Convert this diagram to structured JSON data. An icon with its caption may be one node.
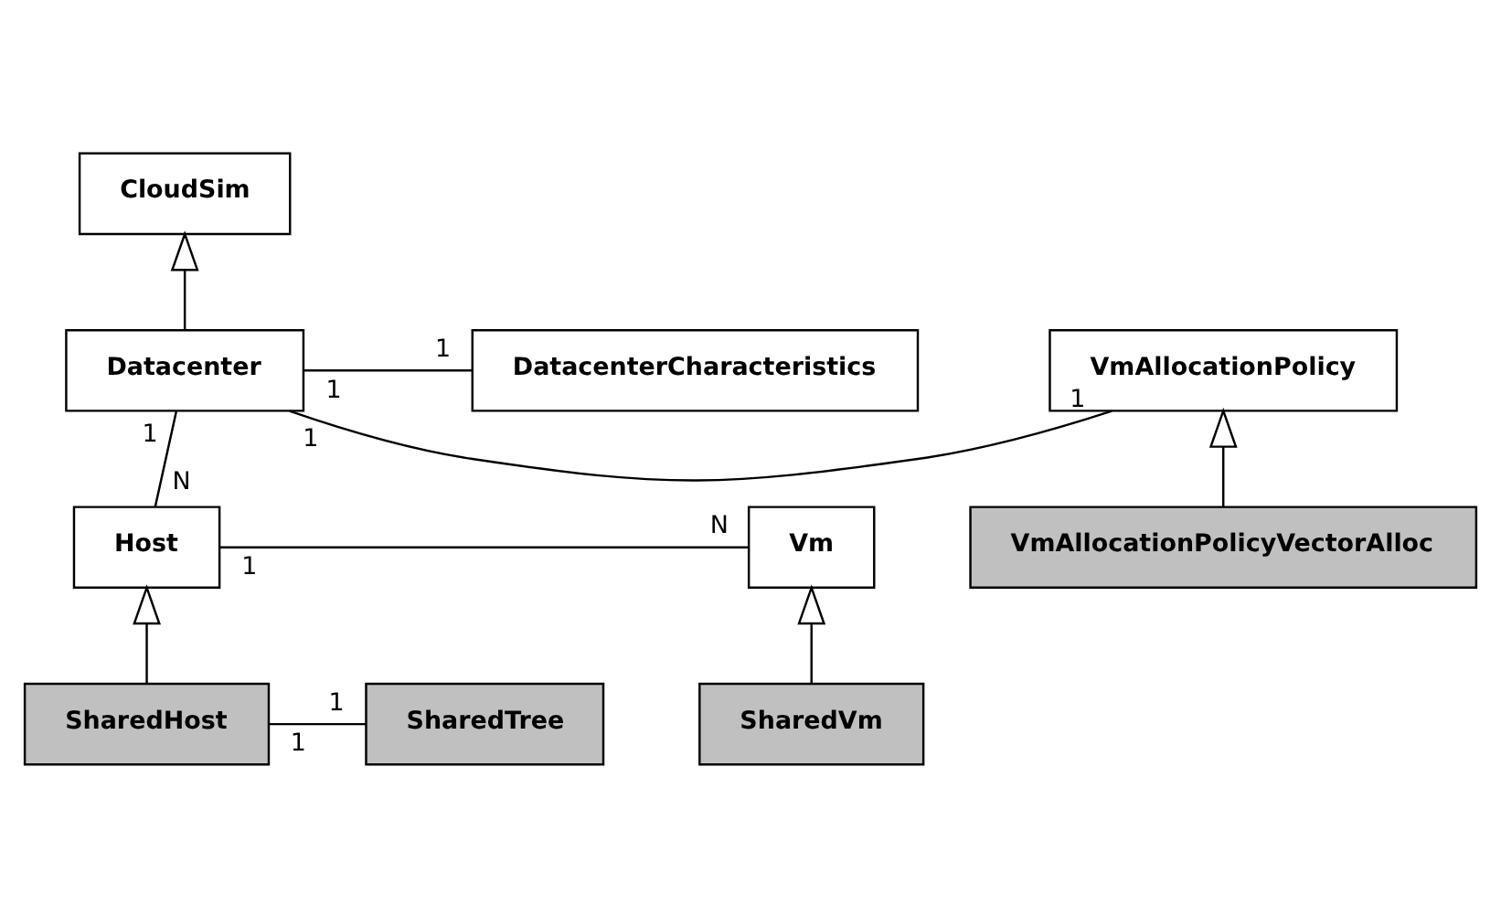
{
  "diagram": {
    "nodes": [
      {
        "text": [
          "CloudSim"
        ]
      },
      {
        "text": [
          "VmAllocationPolicy"
        ]
      },
      {
        "text": [
          "Datacenter"
        ]
      },
      {
        "text": [
          "DatacenterCharacteristics"
        ]
      },
      {
        "text": [
          "VmAllocationPolicyVectorAlloc"
        ]
      },
      {
        "text": [
          "Host"
        ]
      },
      {
        "text": [
          "Vm"
        ]
      },
      {
        "text": [
          "SharedTree"
        ]
      },
      {
        "text": [
          "SharedHost"
        ]
      },
      {
        "text": [
          "SharedVm"
        ]
      }
    ],
    "edges": [
      {
        "from": 2,
        "to": 0,
        "arrow": "to"
      },
      {
        "from": 1,
        "to": 2,
        "arrow": "none"
      },
      {
        "from": 2,
        "to": 3,
        "arrow": "none"
      },
      {
        "from": 4,
        "to": 1,
        "arrow": "to"
      },
      {
        "from": 2,
        "to": 5,
        "arrow": "none"
      },
      {
        "from": 5,
        "to": 6,
        "arrow": "none"
      },
      {
        "from": 8,
        "to": 5,
        "arrow": "to"
      },
      {
        "from": 9,
        "to": 6,
        "arrow": "to"
      },
      {
        "from": 7,
        "to": 8,
        "arrow": "none"
      }
    ],
    "labels": [
      "1",
      "1",
      "1",
      "1",
      "1",
      "N",
      "1",
      "N",
      "1",
      "1"
    ]
  }
}
